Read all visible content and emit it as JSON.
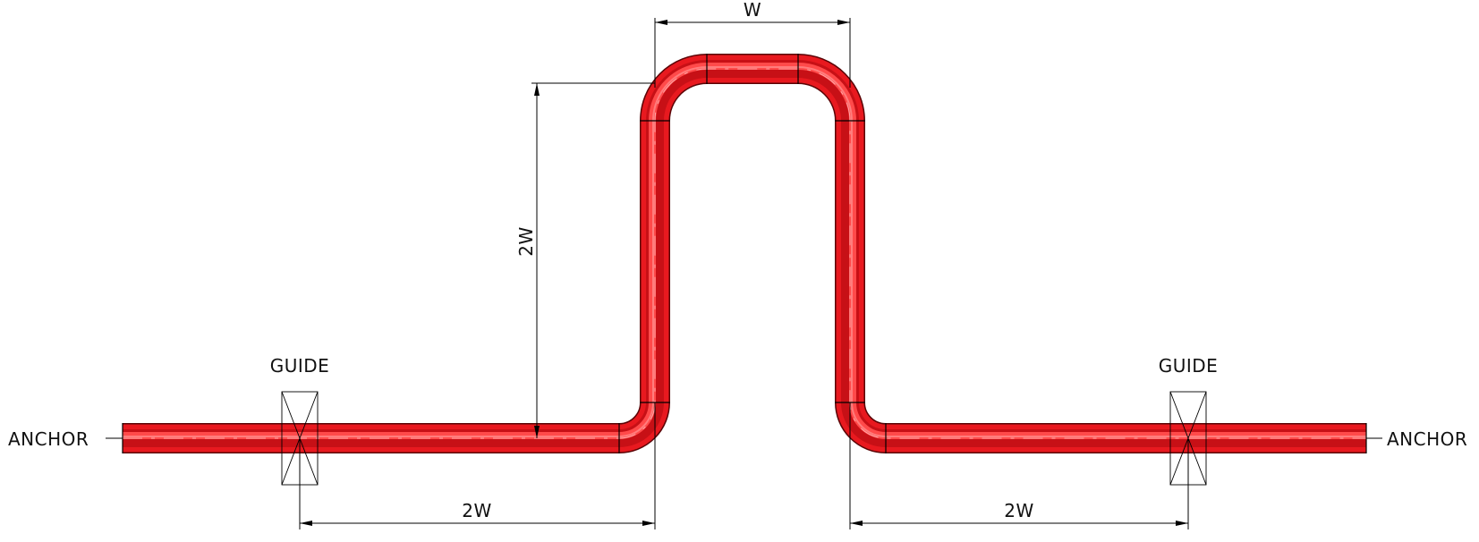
{
  "labels": {
    "anchor_left": "ANCHOR",
    "anchor_right": "ANCHOR",
    "guide_left": "GUIDE",
    "guide_right": "GUIDE"
  },
  "dimensions": {
    "loop_width": "W",
    "loop_height": "2W",
    "left_guide_offset": "2W",
    "right_guide_offset": "2W"
  },
  "colors": {
    "pipe": "#e8191f",
    "pipe_dark": "#a50c10",
    "pipe_highlight": "#ff6a6a",
    "line": "#000000"
  }
}
